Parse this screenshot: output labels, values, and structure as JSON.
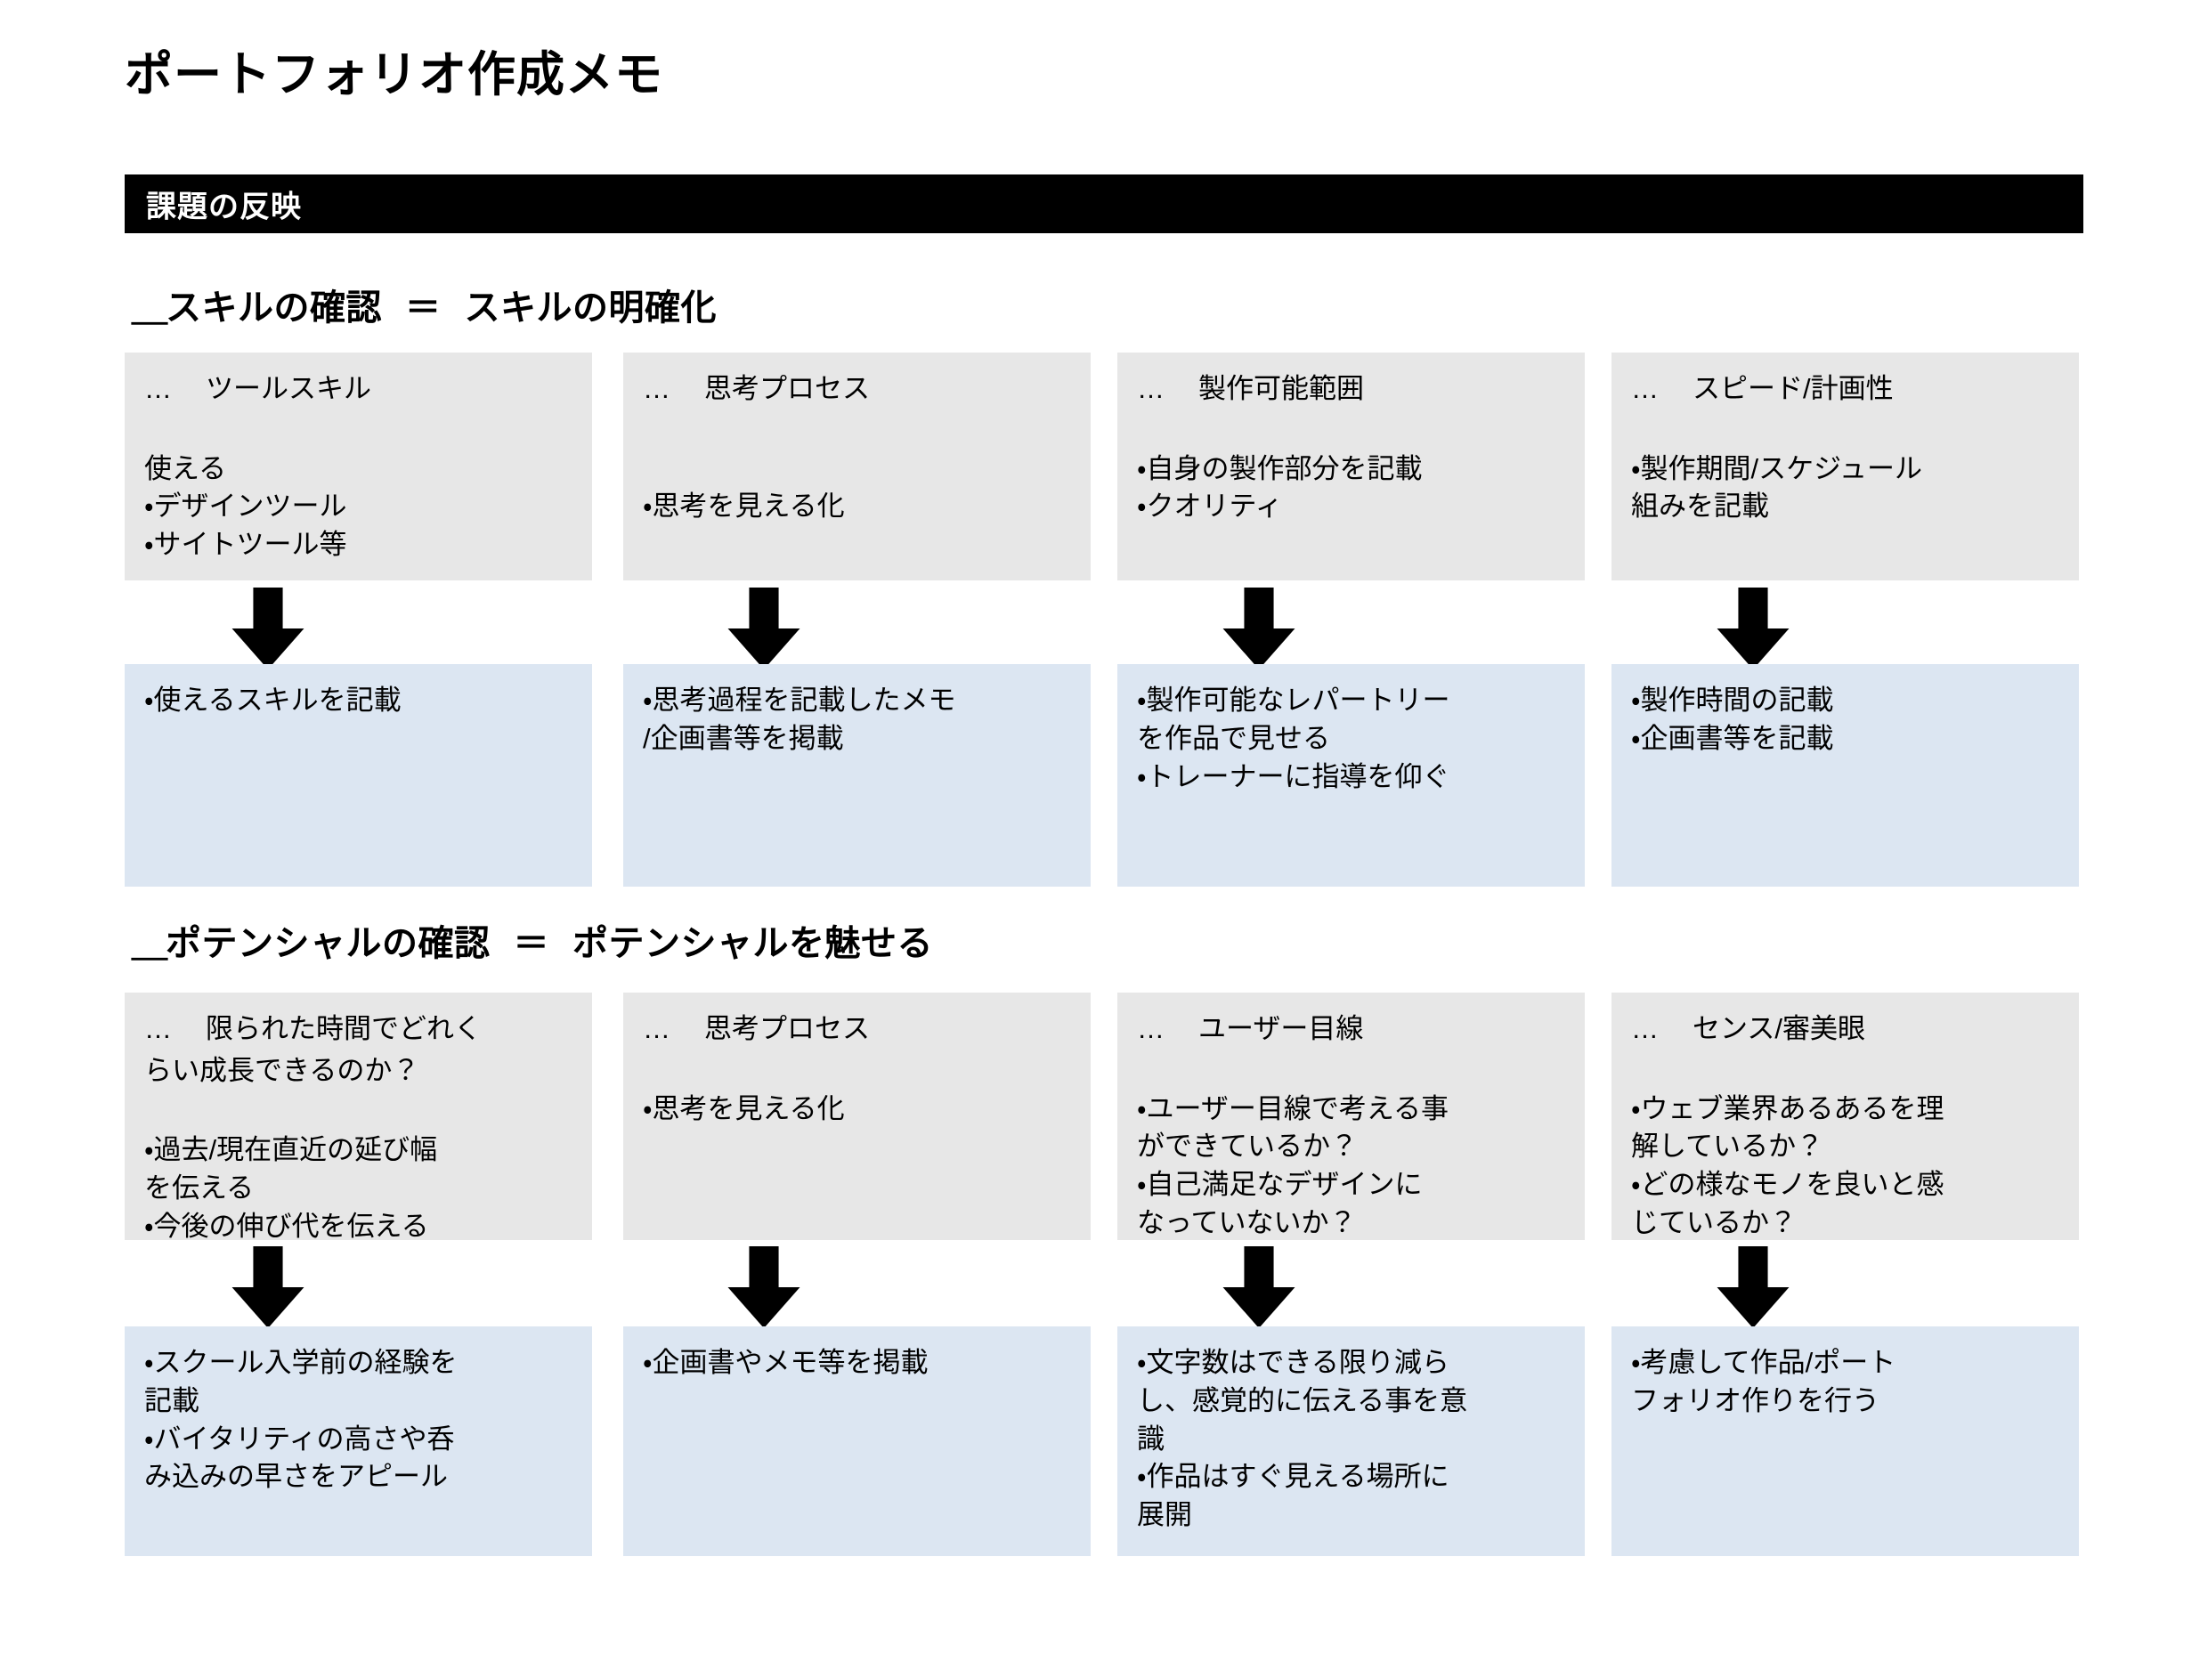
{
  "document": {
    "title": "ポートフォリオ作成メモ"
  },
  "banner": {
    "label": "課題の反映",
    "background_color": "#000000",
    "text_color": "#ffffff"
  },
  "colors": {
    "card_gray": "#e7e7e7",
    "card_blue": "#dce6f2",
    "arrow": "#000000",
    "page_background": "#ffffff"
  },
  "groups": [
    {
      "heading": {
        "underscore": "＿",
        "left": "スキルの確認",
        "equals": "＝",
        "right": "スキルの明確化"
      },
      "columns": [
        {
          "dots": "…",
          "head": "ツールスキル",
          "source_lines": [
            "",
            "使える",
            "・デザインツール",
            "・サイトツール等"
          ],
          "arrow": "down-arrow",
          "result_lines": [
            "・使えるスキルを記載"
          ]
        },
        {
          "dots": "…",
          "head": "思考プロセス",
          "source_lines": [
            "",
            "・思考を見える化"
          ],
          "arrow": "down-arrow",
          "result_lines": [
            "・思考過程を記載したメモ",
            "/企画書等を掲載"
          ]
        },
        {
          "dots": "…",
          "head": "製作可能範囲",
          "source_lines": [
            "",
            "・自身の製作部分を記載",
            "・クオリティ"
          ],
          "arrow": "down-arrow",
          "result_lines": [
            "・製作可能なレパートリー",
            "を作品で見せる",
            "・トレーナーに指導を仰ぐ"
          ]
        },
        {
          "dots": "…",
          "head": "スピード/計画性",
          "source_lines": [
            "",
            "・製作期間/スケジュール",
            "組みを記載"
          ],
          "arrow": "down-arrow",
          "result_lines": [
            "・製作時間の記載",
            "・企画書等を記載"
          ]
        }
      ]
    },
    {
      "heading": {
        "underscore": "＿",
        "left": "ポテンシャルの確認",
        "equals": "＝",
        "right": "ポテンシャルを魅せる"
      },
      "columns": [
        {
          "dots": "…",
          "head": "限られた時間でどれく",
          "head_cont": "らい成長できるのか？",
          "source_lines": [
            "",
            "・過去/現在直近の延び幅",
            "を伝える",
            "・今後の伸び代を伝える"
          ],
          "arrow": "down-arrow",
          "result_lines": [
            "・スクール入学前の経験を",
            "記載",
            "・バイタリティの高さや呑",
            "み込みの早さをアピール"
          ]
        },
        {
          "dots": "…",
          "head": "思考プロセス",
          "head_cont": "",
          "source_lines": [
            "",
            "・思考を見える化"
          ],
          "arrow": "down-arrow",
          "result_lines": [
            "・企画書やメモ等を掲載"
          ]
        },
        {
          "dots": "…",
          "head": "ユーザー目線",
          "head_cont": "",
          "source_lines": [
            "",
            "・ユーザー目線で考える事",
            "ができているか？",
            "・自己満足なデザインに",
            "なっていないか？"
          ],
          "arrow": "down-arrow",
          "result_lines": [
            "・文字数はできる限り減ら",
            "し、感覚的に伝える事を意",
            "識",
            "・作品はすぐ見える場所に",
            "展開"
          ]
        },
        {
          "dots": "…",
          "head": "センス/審美眼",
          "head_cont": "",
          "source_lines": [
            "",
            "・ウェブ業界あるあるを理",
            "解しているか？",
            "・どの様なモノを良いと感",
            "じているか？"
          ],
          "arrow": "down-arrow",
          "result_lines": [
            "・考慮して作品/ポート",
            "フォリオ作りを行う"
          ]
        }
      ]
    }
  ]
}
